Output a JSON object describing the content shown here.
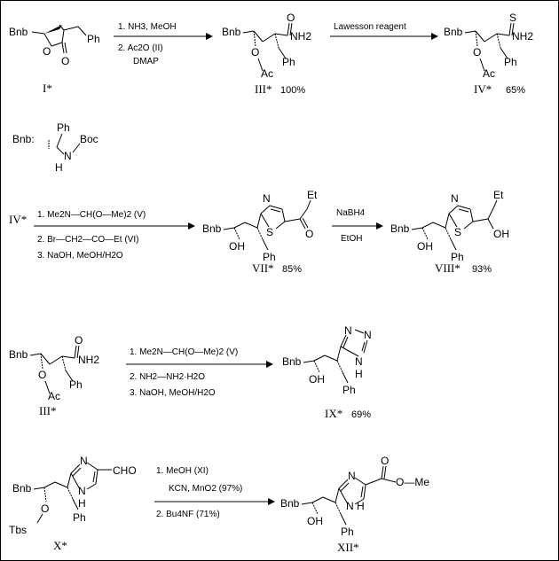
{
  "row1": {
    "reagents": [
      "1. NH3, MeOH",
      "2. Ac2O  (II)",
      "DMAP"
    ],
    "compound_I": "I*",
    "compound_III": "III*",
    "yield_III": "100%",
    "lawesson": "Lawesson reagent",
    "compound_IV": "IV*",
    "yield_IV": "65%"
  },
  "bnb_def": {
    "label": "Bnb:",
    "ph": "Ph",
    "nh": "N",
    "h": "H",
    "boc": "Boc"
  },
  "row2": {
    "start": "IV*",
    "reagents": [
      "1. Me2N—CH(O—Me)2  (V)",
      "2. Br—CH2—CO—Et  (VI)",
      "3. NaOH,  MeOH/H2O"
    ],
    "compound_VII": "VII*",
    "yield_VII": "85%",
    "reduction_top": "NaBH4",
    "reduction_bottom": "EtOH",
    "compound_VIII": "VIII*",
    "yield_VIII": "93%"
  },
  "row3": {
    "reagents": [
      "1. Me2N—CH(O—Me)2  (V)",
      "2. NH2—NH2·H2O",
      "3. NaOH,  MeOH/H2O"
    ],
    "compound_III": "III*",
    "compound_IX": "IX*",
    "yield_IX": "69%"
  },
  "row4": {
    "reagents_top": [
      "1. MeOH  (XI)",
      "KCN, MnO2   (97%)"
    ],
    "reagent_bottom": "2. Bu4NF   (71%)",
    "compound_X": "X*",
    "compound_XII": "XII*"
  },
  "atoms": {
    "bnb": "Bnb",
    "ph": "Ph",
    "o": "O",
    "oh": "OH",
    "ac": "Ac",
    "nh2": "NH2",
    "s": "S",
    "n": "N",
    "h": "H",
    "et": "Et",
    "nh": "NH",
    "cho": "CHO",
    "ome": "O—Me",
    "tbs": "Tbs"
  }
}
